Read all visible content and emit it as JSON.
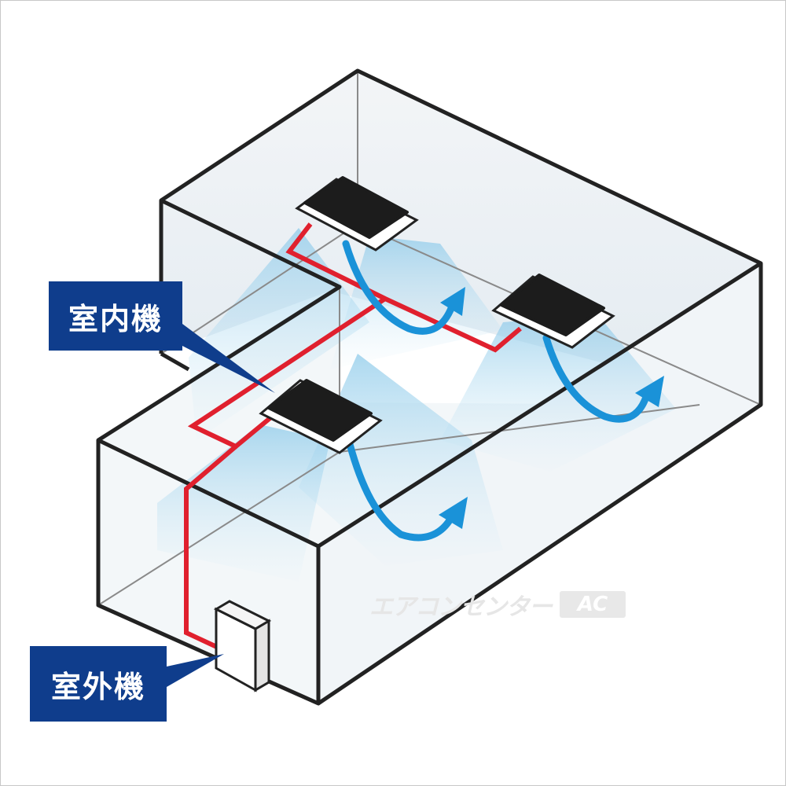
{
  "labels": {
    "indoor_unit": "室内機",
    "outdoor_unit": "室外機"
  },
  "watermark": {
    "text": "エアコンセンター",
    "logo": "AC"
  },
  "colors": {
    "label_bg": "#0f3d8c",
    "pipe": "#e0202e",
    "airflow": "#1a92d8",
    "unit_top": "#1c1c1c",
    "box_edge": "#222222"
  },
  "icons": [
    "ceiling-cassette-unit",
    "outdoor-unit",
    "airflow-arrow",
    "refrigerant-pipe"
  ]
}
